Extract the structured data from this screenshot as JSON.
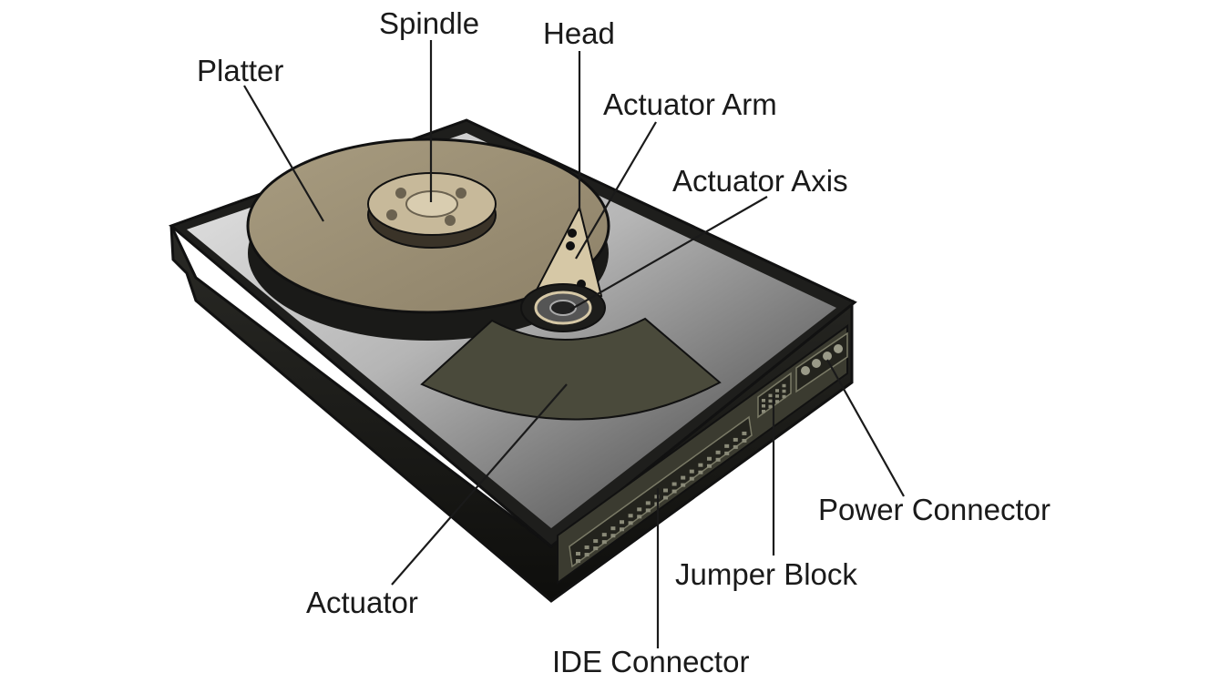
{
  "labels": {
    "spindle": "Spindle",
    "head": "Head",
    "platter": "Platter",
    "actuator_arm": "Actuator Arm",
    "actuator_axis": "Actuator Axis",
    "power_connector": "Power Connector",
    "jumper_block": "Jumper Block",
    "actuator": "Actuator",
    "ide_connector": "IDE Connector"
  },
  "colors": {
    "platter": "#9b8f74",
    "spindle_hub": "#c7b99a",
    "arm": "#d6c8a6",
    "actuator_magnet": "#4a4a3b",
    "chassis_dark": "#1d1d1b",
    "connector_face": "#3b3b30"
  }
}
